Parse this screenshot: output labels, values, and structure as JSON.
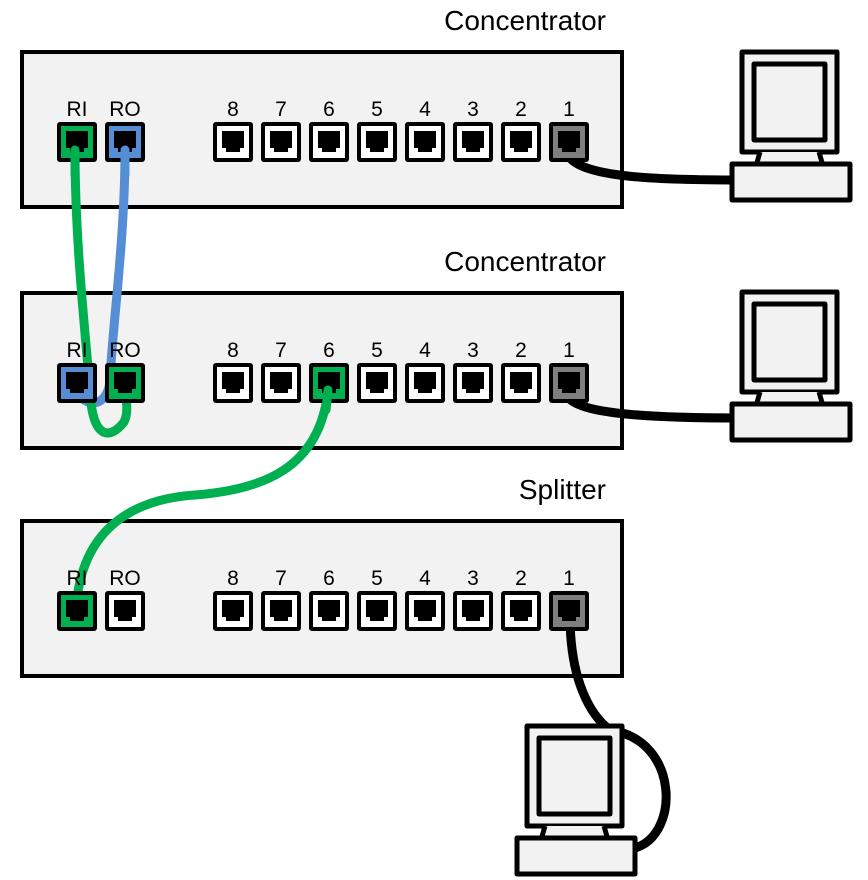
{
  "colors": {
    "device_fill": "#f2f2f2",
    "outline": "#000000",
    "ring_in_cable": "#00b050",
    "ring_out_cable": "#558ed5",
    "port_plain": "#ffffff",
    "port_uplink": "#7f7f7f",
    "lan_cable": "#000000"
  },
  "devices": [
    {
      "id": "concentrator-top",
      "title": "Concentrator",
      "ports": [
        {
          "label": "RI",
          "state": "ring_in"
        },
        {
          "label": "RO",
          "state": "ring_out"
        },
        {
          "label": "8",
          "state": "plain"
        },
        {
          "label": "7",
          "state": "plain"
        },
        {
          "label": "6",
          "state": "plain"
        },
        {
          "label": "5",
          "state": "plain"
        },
        {
          "label": "4",
          "state": "plain"
        },
        {
          "label": "3",
          "state": "plain"
        },
        {
          "label": "2",
          "state": "plain"
        },
        {
          "label": "1",
          "state": "uplink"
        }
      ]
    },
    {
      "id": "concentrator-middle",
      "title": "Concentrator",
      "ports": [
        {
          "label": "RI",
          "state": "ring_out"
        },
        {
          "label": "RO",
          "state": "ring_in"
        },
        {
          "label": "8",
          "state": "plain"
        },
        {
          "label": "7",
          "state": "plain"
        },
        {
          "label": "6",
          "state": "ring_in"
        },
        {
          "label": "5",
          "state": "plain"
        },
        {
          "label": "4",
          "state": "plain"
        },
        {
          "label": "3",
          "state": "plain"
        },
        {
          "label": "2",
          "state": "plain"
        },
        {
          "label": "1",
          "state": "uplink"
        }
      ]
    },
    {
      "id": "splitter",
      "title": "Splitter",
      "ports": [
        {
          "label": "RI",
          "state": "ring_in"
        },
        {
          "label": "RO",
          "state": "plain"
        },
        {
          "label": "8",
          "state": "plain"
        },
        {
          "label": "7",
          "state": "plain"
        },
        {
          "label": "6",
          "state": "plain"
        },
        {
          "label": "5",
          "state": "plain"
        },
        {
          "label": "4",
          "state": "plain"
        },
        {
          "label": "3",
          "state": "plain"
        },
        {
          "label": "2",
          "state": "plain"
        },
        {
          "label": "1",
          "state": "uplink"
        }
      ]
    }
  ],
  "computers": [
    {
      "id": "pc-1",
      "connected_to": "concentrator-top port 1"
    },
    {
      "id": "pc-2",
      "connected_to": "concentrator-middle port 1"
    },
    {
      "id": "pc-3",
      "connected_to": "splitter port 1"
    }
  ],
  "connections": [
    {
      "from": "concentrator-top RI",
      "to": "concentrator-middle RO",
      "color": "ring_in_cable"
    },
    {
      "from": "concentrator-top RO",
      "to": "concentrator-middle RI",
      "color": "ring_out_cable"
    },
    {
      "from": "concentrator-middle port 6",
      "to": "splitter RI",
      "color": "ring_in_cable"
    }
  ]
}
